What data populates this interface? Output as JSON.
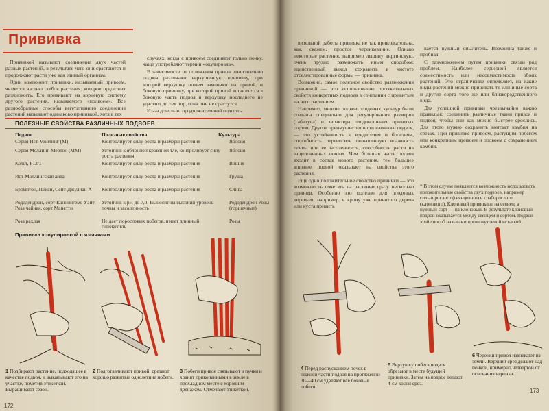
{
  "title": "Прививка",
  "intro": [
    "Прививкой называют соединение двух частей разных растений, в результате чего они срастаются и продолжают расти уже как единый организм.",
    "Один компонент прививки, называемый привоем, является частью стебля растения, которое предстоит размножить. Его прививают на корневую систему другого растения, называемого «подвоем». Все разнообразные способы вегетативного соединения растений называют одинаково прививкой, хотя в тех"
  ],
  "col_a": [
    "случаях, когда с привоем соединяют только почку, чаще употребляют термин «окулировка».",
    "В зависимости от положения привоя относительно подвоя различают верхушечную прививку, при которой верхушку подвоя заменяют на привой, и боковую прививку, при которой привой вставляется в боковую часть подвоя и верхушку последнего не удаляют до тех пор, пока они не срастутся.",
    "Из-за довольно продолжительной подгото-"
  ],
  "col_b": [
    "вительной работы прививка не так привлекательна, как, скажем, простое черенкование. Однако некоторые растения, например лещину виргинскую, очень трудно размножать иным способом; единственный выход сохранить в чистоте отселектированные формы — прививка.",
    "Возможно, самое полезное свойство размножения прививкой — это использование положительных свойств конкретных подвоев в сочетании с привитым на него растением.",
    "Например, многие подвои плодовых культур были созданы специально для регулирования размеров (габитуса) и характера плодоношения привитых сортов. Другое преимущество определенного подвоя, — это устойчивость к вредителям и болезням, способность переносить повышенную влажность почвы или ее засоленность, способность расти на защелоченных почвах. Чем большая часть подвоя входит в состав нового растения, тем большее влияние подвой оказывает на свойства этого растения.",
    "Еще одно положительное свойство прививки — это возможность сочетать на растении сразу несколько привоев. Особенно это полезно для плодовых деревьев: например, в крону уже привитого дерева или куста привить"
  ],
  "col_c": [
    "вается нужный опылитель. Возможна также и пробная.",
    "С размножением путем прививки связан ряд проблем. Наиболее серьезной является совместимость или несовместимость обоих растений. Это ограничение определяет, на какие виды растений можно прививать те или иные сорта и другие сорта того же или близкородственного вида.",
    "Для успешной прививки чрезвычайно важно правильно соединить различные ткани привоя и подвоя, чтобы они как можно быстрее срослись. Для этого нужно сохранить контакт камбия на срезах. При прививке привоем, растущим побегом или конкретным привоем и подвоем с сохранением камбия."
  ],
  "note": "* В этом случае появляется возможность использовать положительные свойства двух подвоев, например сильнорослого (сеянцевого) и слаборослого (клонового). Клоновый прививают на сеянец, а нужный сорт — на клоновый. В результате клоновый подвой оказывается между сеянцем и сортом. Подвой этой способ называют промежуточной вставкой.",
  "table": {
    "heading": "ПОЛЕЗНЫЕ СВОЙСТВА РАЗЛИЧНЫХ ПОДВОЕВ",
    "headers": [
      "Подвои",
      "Полезные свойства",
      "Культура"
    ],
    "rows": [
      [
        "Серия Ист-Моллинг (М)",
        "Контролирует силу роста и размеры растения",
        "Яблоня"
      ],
      [
        "Серия Моллинг-Мертон (ММ)",
        "Устойчив к яблонной кровяной тле, контролирует силу роста растения",
        "Яблоня"
      ],
      [
        "Кольт, F12/1",
        "Контролирует силу роста и размеры растения",
        "Вишня"
      ],
      [
        "Ист-Моллингская айва",
        "Контролирует силу роста и размеры растения",
        "Груша"
      ],
      [
        "Бромптон, Пикси, Сент-Джулиан А",
        "Контролирует силу роста и размеры растения",
        "Слива"
      ],
      [
        "Рододендрон, сорт Каннингемс Уайт Роза чайная, сорт Манетти",
        "Устойчив к рН до 7,0; Выносит на высокий уровень почвы и засоленность",
        "Рододендрон Розы (горшечные)"
      ],
      [
        "Роза рахлая",
        "Не дает порослевых побегов, имеет длинный гипокотиль",
        "Розы"
      ]
    ]
  },
  "figure_title": "Прививка копулировкой с язычками",
  "captions": [
    {
      "num": "1",
      "text": "Подбирают растение, подходящее в качестве подвоя, и выкапывают его на участке, пометив этикеткой. Выращивают сезон."
    },
    {
      "num": "2",
      "text": "Подготавливают привой: срезают хорошо развитые однолетние побеги."
    },
    {
      "num": "3",
      "text": "Побеги привоя связывают в пучки и хранят прикопанными в земле в прохладном месте с хорошим дренажем. Отмечают этикеткой."
    },
    {
      "num": "4",
      "text": "Перед распусканием почек в нижней части подвоя на протяжении 30—40 см удаляют все боковые побеги."
    },
    {
      "num": "5",
      "text": "Верхушку побега подвоя обрезают в месте будущей прививки. Затем на подвое делают 4-см косой срез."
    },
    {
      "num": "6",
      "text": "Черенки привоя извлекают из земли. Верхний срез делают над почкой, примерно четвертой от основания черенка."
    }
  ],
  "page_left": "172",
  "page_right": "173",
  "colors": {
    "accent": "#c8321a",
    "paper": "#e6ddc6",
    "ink": "#2b2620"
  }
}
